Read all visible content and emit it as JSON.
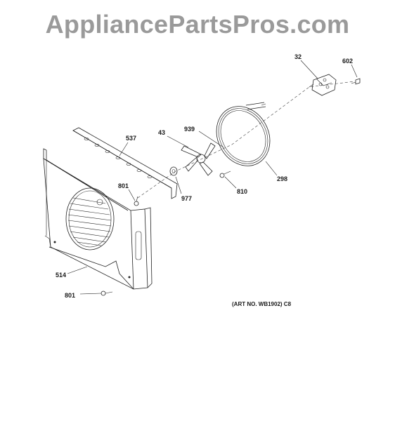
{
  "watermark": "AppliancePartsPros.com",
  "callouts": {
    "c32": "32",
    "c602": "602",
    "c537": "537",
    "c43": "43",
    "c939": "939",
    "c801a": "801",
    "c977": "977",
    "c810": "810",
    "c298": "298",
    "c514": "514",
    "c801b": "801"
  },
  "art_number": "(ART NO. WB1902) C8"
}
